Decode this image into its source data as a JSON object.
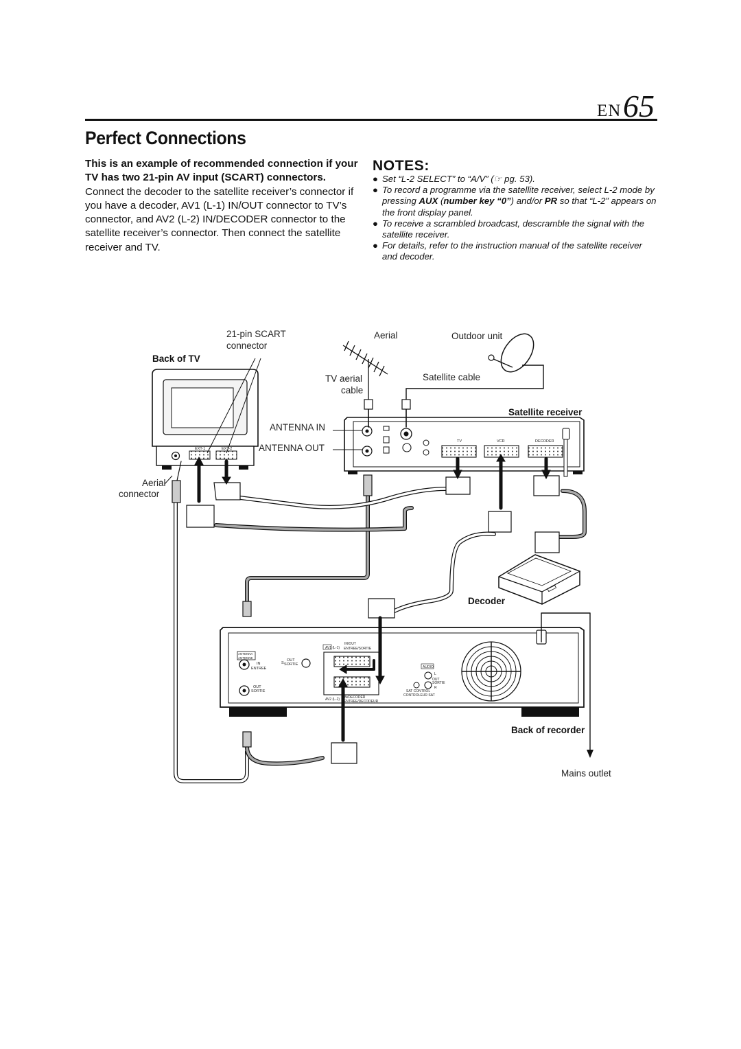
{
  "header": {
    "lang": "EN",
    "page_number": "65"
  },
  "title": "Perfect Connections",
  "intro": {
    "bold_part": "This is an example of recommended connection if your TV has two 21-pin AV input (SCART) connectors.",
    "body": "Connect the decoder to the satellite receiver’s connector if you have a decoder, AV1 (L-1) IN/OUT connector to TV’s connector, and AV2 (L-2) IN/DECODER connector to the satellite receiver’s connector. Then connect the satellite receiver and TV."
  },
  "notes": {
    "heading": "NOTES:",
    "bullet": "●",
    "n1": {
      "text": "Set “L-2 SELECT” to “A/V” (☞ pg. 53)."
    },
    "n2": {
      "a": "To record a programme via the satellite receiver, select L-2 mode by pressing ",
      "b": "AUX",
      "c": " (",
      "d": "number key “0”",
      "e": ") and/or ",
      "f": "PR",
      "g": " so that “L-2” appears on the front display panel."
    },
    "n3": {
      "text": "To receive a scrambled broadcast, descramble the signal with the satellite receiver."
    },
    "n4": {
      "text": "For details, refer to the instruction manual of the satellite receiver and decoder."
    }
  },
  "diagram": {
    "labels": {
      "scart_1": "21-pin SCART",
      "scart_2": "connector",
      "back_of_tv": "Back of TV",
      "aerial": "Aerial",
      "outdoor_unit": "Outdoor unit",
      "tv_aerial_1": "TV aerial",
      "tv_aerial_2": "cable",
      "satellite_cable": "Satellite cable",
      "satellite_receiver": "Satellite receiver",
      "antenna_in": "ANTENNA IN",
      "antenna_out": "ANTENNA OUT",
      "aerial_connector_1": "Aerial",
      "aerial_connector_2": "connector",
      "decoder": "Decoder",
      "back_of_recorder": "Back of recorder",
      "mains_outlet": "Mains outlet"
    },
    "panel_text": {
      "ext1": "EXT-1",
      "ext2": "EXT-2",
      "tv": "TV",
      "vcr": "VCR",
      "decoder": "DECODER",
      "antenna": "ANTENNA",
      "antenne": "ANTENNE",
      "in": "IN",
      "entree": "ENTREE",
      "out": "OUT",
      "sortie": "SORTIE",
      "s": "S",
      "av1": "AV1 (L-1)",
      "inout": "IN/OUT",
      "entree_sortie": "ENTREE/SORTIE",
      "av2": "AV2 (L-2)",
      "in_decoder": "IN/DECODER",
      "entree_decodeur": "ENTREE/DECODEUR",
      "audio": "AUDIO",
      "l": "L",
      "r": "R",
      "sat_control": "SAT CONTROL",
      "controleur_sat": "CONTROLEUR SAT"
    }
  }
}
